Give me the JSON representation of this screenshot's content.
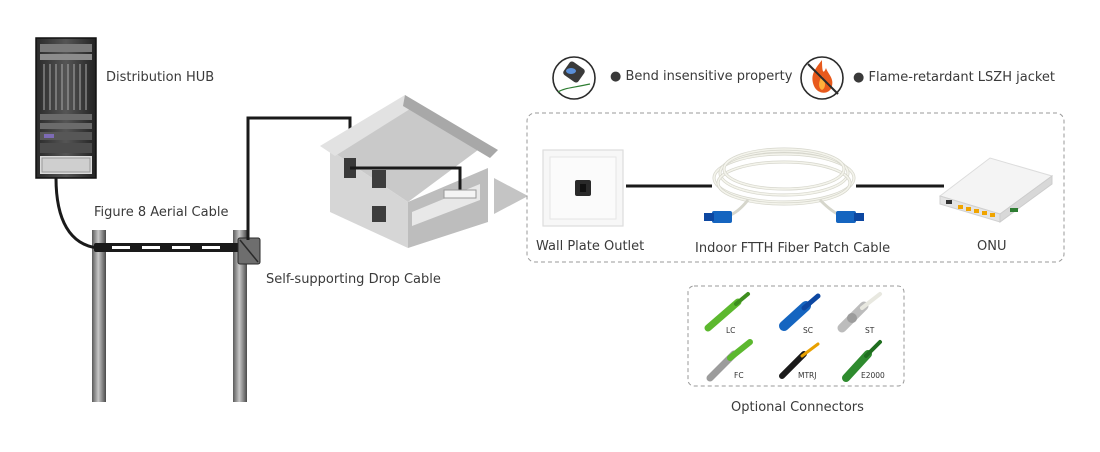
{
  "labels": {
    "hub": "Distribution HUB",
    "aerial": "Figure 8 Aerial Cable",
    "drop": "Self-supporting Drop Cable",
    "wall_plate": "Wall Plate Outlet",
    "patch_cable": "Indoor FTTH Fiber Patch Cable",
    "onu": "ONU",
    "optional": "Optional Connectors"
  },
  "features": [
    {
      "text": "● Bend insensitive property",
      "icon": "bend-cable-icon"
    },
    {
      "text": "● Flame-retardant LSZH jacket",
      "icon": "flame-prohibited-icon"
    }
  ],
  "connectors": [
    "LC",
    "SC",
    "ST",
    "FC",
    "MTRJ",
    "E2000"
  ],
  "colors": {
    "cable": "#1a1a1a",
    "connector_blue": "#1565c0",
    "connector_green": "#5cb82e",
    "fiber_jacket": "#f2f2ea",
    "dash_border": "#999999"
  }
}
